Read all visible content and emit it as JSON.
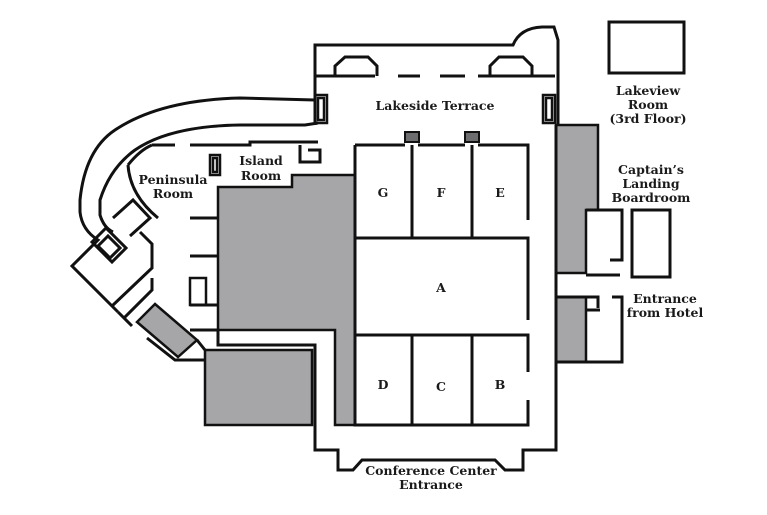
{
  "colors": {
    "wall": "#111111",
    "service_area": "#a6a6a8",
    "accent": "#6d6d70",
    "background": "#ffffff"
  },
  "rooms": {
    "lakeside_terrace": "Lakeside Terrace",
    "lakeview_room": [
      "Lakeview",
      "Room",
      "(3rd Floor)"
    ],
    "captains_landing": [
      "Captain’s",
      "Landing",
      "Boardroom"
    ],
    "entrance_hotel": [
      "Entrance",
      "from Hotel"
    ],
    "conference_entrance": [
      "Conference Center",
      "Entrance"
    ],
    "peninsula_room": [
      "Peninsula",
      "Room"
    ],
    "island_room": [
      "Island",
      "Room"
    ],
    "section_g": "G",
    "section_f": "F",
    "section_e": "E",
    "section_a": "A",
    "section_d": "D",
    "section_c": "C",
    "section_b": "B"
  }
}
